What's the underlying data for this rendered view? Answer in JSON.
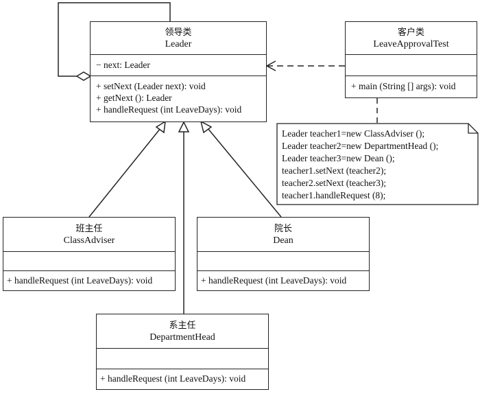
{
  "classes": {
    "leader": {
      "cn": "领导类",
      "en": "Leader",
      "attributes": [
        "− next: Leader"
      ],
      "methods": [
        "+ setNext (Leader next): void",
        "+ getNext (): Leader",
        "+ handleRequest (int LeaveDays): void"
      ]
    },
    "client": {
      "cn": "客户类",
      "en": "LeaveApprovalTest",
      "methods": [
        "+ main (String [] args): void"
      ]
    },
    "class_adviser": {
      "cn": "班主任",
      "en": "ClassAdviser",
      "methods": [
        "+ handleRequest (int LeaveDays): void"
      ]
    },
    "dean": {
      "cn": "院长",
      "en": "Dean",
      "methods": [
        "+ handleRequest (int LeaveDays): void"
      ]
    },
    "department_head": {
      "cn": "系主任",
      "en": "DepartmentHead",
      "methods": [
        "+ handleRequest (int LeaveDays): void"
      ]
    }
  },
  "note": {
    "lines": [
      "Leader teacher1=new ClassAdviser ();",
      "Leader teacher2=new DepartmentHead ();",
      "Leader teacher3=new Dean ();",
      "teacher1.setNext (teacher2);",
      "teacher2.setNext (teacher3);",
      "teacher1.handleRequest (8);"
    ]
  }
}
